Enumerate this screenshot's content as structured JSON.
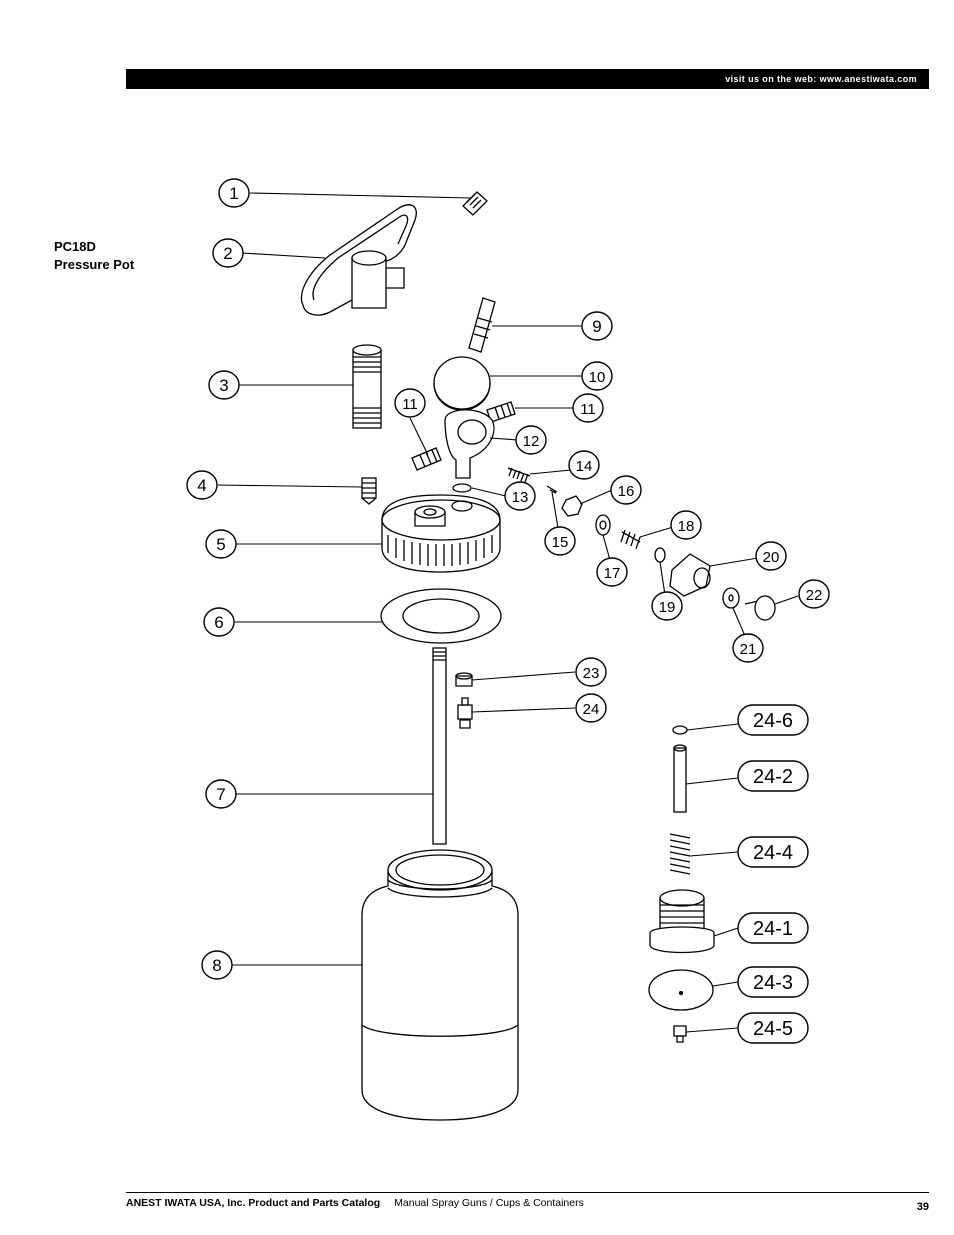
{
  "header": {
    "web_text": "visit us on the web: www.anestiwata.com"
  },
  "model": {
    "code": "PC18D",
    "name": "Pressure Pot"
  },
  "callouts": [
    "1",
    "2",
    "3",
    "4",
    "5",
    "6",
    "7",
    "8",
    "9",
    "10",
    "11",
    "11",
    "12",
    "13",
    "14",
    "15",
    "16",
    "17",
    "18",
    "19",
    "20",
    "21",
    "22",
    "23",
    "24",
    "24-6",
    "24-2",
    "24-4",
    "24-1",
    "24-3",
    "24-5"
  ],
  "footer": {
    "catalog": "ANEST IWATA USA, Inc. Product and Parts Catalog",
    "section": "Manual Spray Guns / Cups & Containers",
    "page": "39"
  }
}
